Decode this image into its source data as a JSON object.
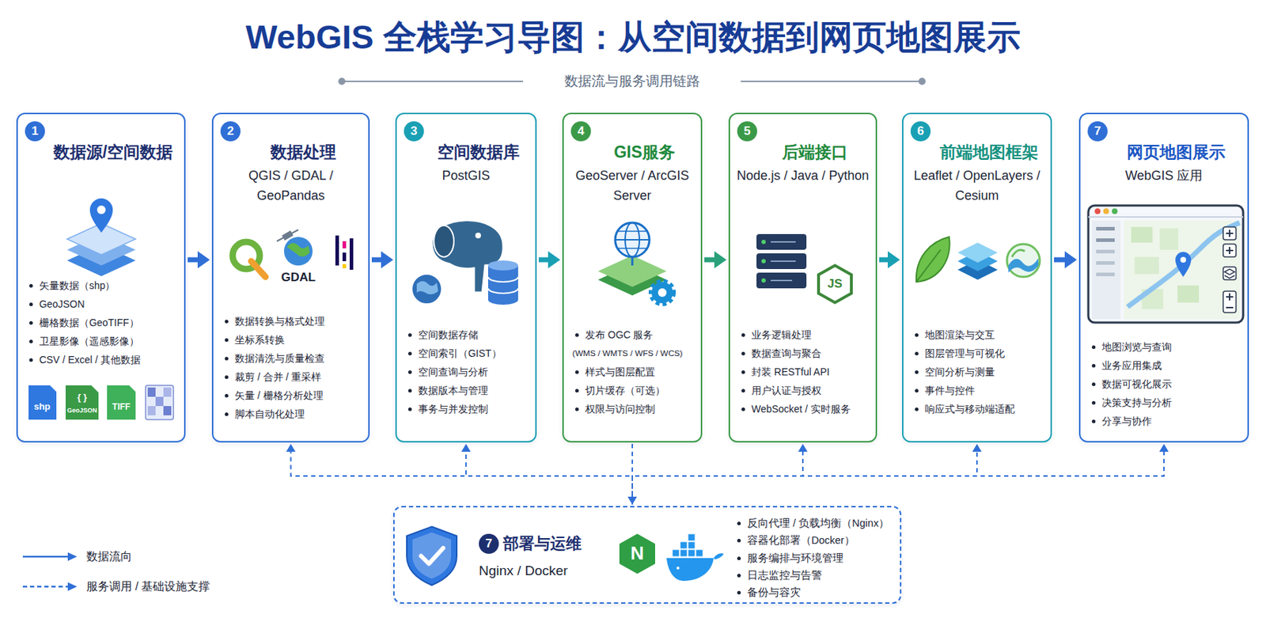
{
  "diagram": {
    "title": "WebGIS 全栈学习导图：从空间数据到网页地图展示",
    "nodes": [
      {
        "text": [
          "1",
          "数据源/空间数据",
          "矢量数据（shp）",
          "GeoJSON",
          "栅格数据（GeoTIFF）",
          "卫星影像（遥感影像）",
          "CSV / Excel / 其他数据"
        ]
      },
      {
        "text": [
          "2",
          "数据处理",
          "QGIS / GDAL / GeoPandas",
          "数据转换与格式处理",
          "坐标系转换",
          "数据清洗与质量检查",
          "裁剪 / 合并 / 重采样",
          "矢量 / 栅格分析处理",
          "脚本自动化处理"
        ]
      },
      {
        "text": [
          "3",
          "空间数据库",
          "PostGIS",
          "空间数据存储",
          "空间索引（GIST）",
          "空间查询与分析",
          "数据版本与管理",
          "事务与并发控制"
        ]
      },
      {
        "text": [
          "4",
          "GIS服务",
          "GeoServer / ArcGIS Server",
          "发布 OGC 服务",
          "(WMS / WMTS / WFS / WCS)",
          "样式与图层配置",
          "切片缓存（可选）",
          "权限与访问控制"
        ]
      },
      {
        "text": [
          "5",
          "后端接口",
          "Node.js / Java / Python",
          "业务逻辑处理",
          "数据查询与聚合",
          "封装 RESTful API",
          "用户认证与授权",
          "WebSocket / 实时服务"
        ]
      },
      {
        "text": [
          "6",
          "前端地图框架",
          "Leaflet / OpenLayers / Cesium",
          "地图渲染与交互",
          "图层管理与可视化",
          "空间分析与测量",
          "事件与控件",
          "响应式与移动端适配"
        ]
      },
      {
        "text": [
          "7",
          "网页地图展示",
          "WebGIS 应用",
          "地图浏览与查询",
          "业务应用集成",
          "数据可视化展示",
          "决策支持与分析",
          "分享与协作"
        ]
      },
      {
        "text": [
          "7",
          "部署与运维",
          "Nginx / Docker",
          "反向代理 / 负载均衡（Nginx）",
          "容器化部署（Docker）",
          "服务编排与环境管理",
          "日志监控与告警",
          "备份与容灾"
        ]
      }
    ],
    "edges": [
      {
        "from": 0,
        "to": 1,
        "arrow": "to"
      },
      {
        "from": 1,
        "to": 2,
        "arrow": "to"
      },
      {
        "from": 2,
        "to": 3,
        "arrow": "to"
      },
      {
        "from": 3,
        "to": 4,
        "arrow": "to"
      },
      {
        "from": 4,
        "to": 5,
        "arrow": "to"
      },
      {
        "from": 5,
        "to": 6,
        "arrow": "to"
      },
      {
        "from": 7,
        "to": 1,
        "arrow": "to"
      },
      {
        "from": 7,
        "to": 2,
        "arrow": "to"
      },
      {
        "from": 3,
        "to": 7,
        "arrow": "to"
      },
      {
        "from": 7,
        "to": 4,
        "arrow": "to"
      },
      {
        "from": 7,
        "to": 5,
        "arrow": "to"
      },
      {
        "from": 7,
        "to": 6,
        "arrow": "to"
      }
    ],
    "labels": [
      "数据流与服务调用链路",
      "shp",
      "{ }",
      "GeoJSON",
      "TIFF",
      "GDAL",
      "JS",
      "N"
    ],
    "legend": [
      {
        "text": "数据流向"
      },
      {
        "text": "服务调用 / 基础设施支撑"
      }
    ]
  }
}
